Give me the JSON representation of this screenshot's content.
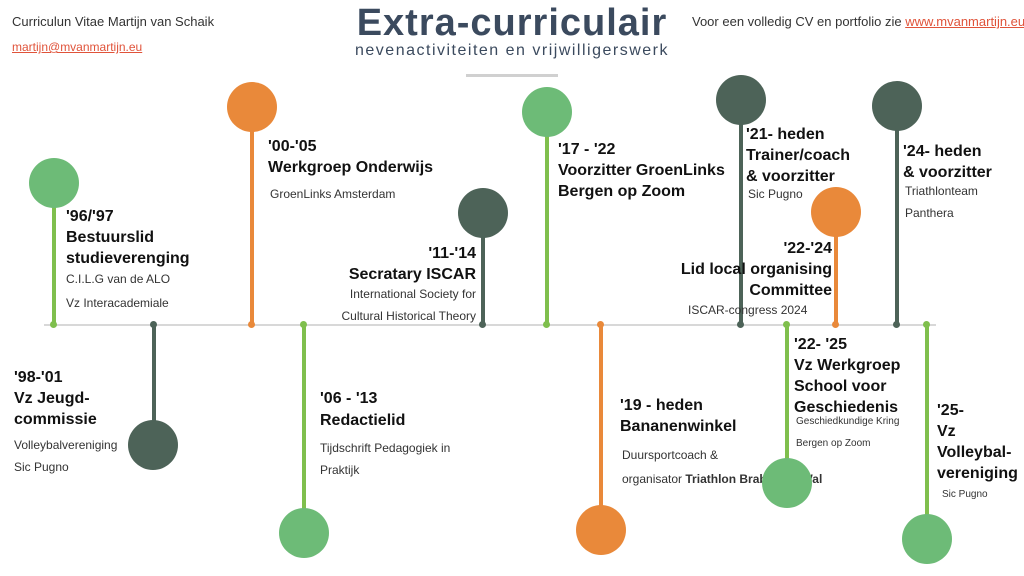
{
  "header": {
    "cv_name": "Curriculun Vitae Martijn van Schaik",
    "email": "martijn@mvanmartijn.eu",
    "portfolio_text": "Voor een volledig CV en portfolio zie",
    "portfolio_link": "www.mvanmartijn.eu",
    "title": "Extra-curriculair",
    "subtitle": "nevenactiviteiten en vrijwilligerswerk"
  },
  "colors": {
    "green": "#6dbb77",
    "orange": "#e9893a",
    "dark_green": "#4d6358",
    "link": "#e0533a",
    "title": "#3b4a5e"
  },
  "items": [
    {
      "years": "'96/'97",
      "role": "Bestuurslid studieverenging",
      "org": [
        "C.I.L.G van de ALO",
        "Vz Interacademiale"
      ]
    },
    {
      "years": "'98-'01",
      "role": "Vz Jeugd-commissie",
      "org": [
        "Volleybalvereniging",
        "Sic Pugno"
      ]
    },
    {
      "years": "'00-'05",
      "role": "Werkgroep Onderwijs",
      "org": [
        "GroenLinks Amsterdam"
      ]
    },
    {
      "years": "'06 - '13",
      "role": "Redactielid",
      "org": [
        "Tijdschrift Pedagogiek in",
        "Praktijk"
      ]
    },
    {
      "years": "'11-'14",
      "role": "Secratary ISCAR",
      "org": [
        "International Society for",
        "Cultural Historical Theory"
      ]
    },
    {
      "years": "'17 - '22",
      "role": "Voorzitter GroenLinks Bergen op Zoom",
      "org": []
    },
    {
      "years": "'19 - heden",
      "role": "Bananenwinkel",
      "org": [
        "Duursportcoach &",
        "organisator"
      ],
      "org_bold": "Triathlon Brabantse Wal"
    },
    {
      "years": "'21- heden",
      "role": "Trainer/coach & voorzitter",
      "org": [
        "Sic Pugno"
      ]
    },
    {
      "years": "'22-'24",
      "role": "Lid local organising Committee",
      "org": [
        "ISCAR-congress 2024"
      ]
    },
    {
      "years": "'22- '25",
      "role": "Vz Werkgroep School voor Geschiedenis",
      "org": [
        "Geschiedkundige Kring",
        "Bergen op Zoom"
      ]
    },
    {
      "years": "'24- heden",
      "role": "& voorzitter",
      "org": [
        "Triathlonteam",
        "Panthera"
      ]
    },
    {
      "years": "'25-",
      "role": "Vz Volleybal-vereniging",
      "org": [
        "Sic Pugno"
      ]
    }
  ]
}
